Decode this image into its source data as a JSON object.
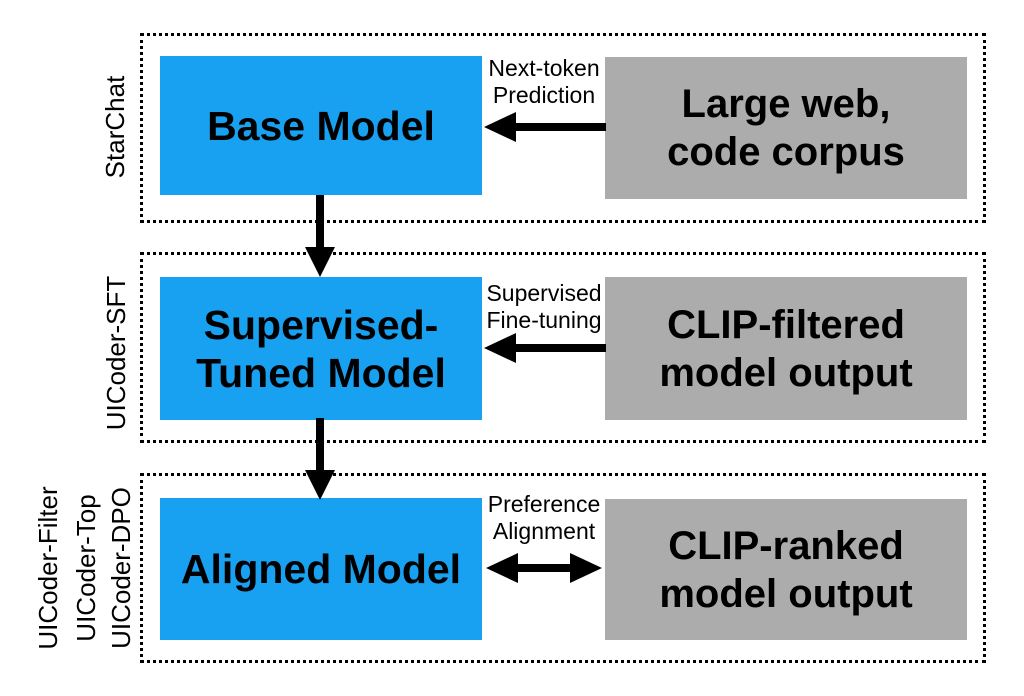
{
  "diagram": {
    "colors": {
      "model_box_blue": "#18A1F1",
      "data_box_gray": "#ACACAC",
      "line_black": "#000000",
      "background": "#FFFFFF"
    },
    "rows": [
      {
        "stage_labels": [
          "StarChat"
        ],
        "model_lines": [
          "Base Model"
        ],
        "process_lines": [
          "Next-token",
          "Prediction"
        ],
        "data_lines": [
          "Large web,",
          "code corpus"
        ],
        "arrow_direction": "left"
      },
      {
        "stage_labels": [
          "UICoder-SFT"
        ],
        "model_lines": [
          "Supervised-",
          "Tuned Model"
        ],
        "process_lines": [
          "Supervised",
          "Fine-tuning"
        ],
        "data_lines": [
          "CLIP-filtered",
          "model output"
        ],
        "arrow_direction": "left"
      },
      {
        "stage_labels": [
          "UICoder-Filter",
          "UICoder-Top",
          "UICoder-DPO"
        ],
        "model_lines": [
          "Aligned Model"
        ],
        "process_lines": [
          "Preference",
          "Alignment"
        ],
        "data_lines": [
          "CLIP-ranked",
          "model output"
        ],
        "arrow_direction": "both"
      }
    ]
  }
}
